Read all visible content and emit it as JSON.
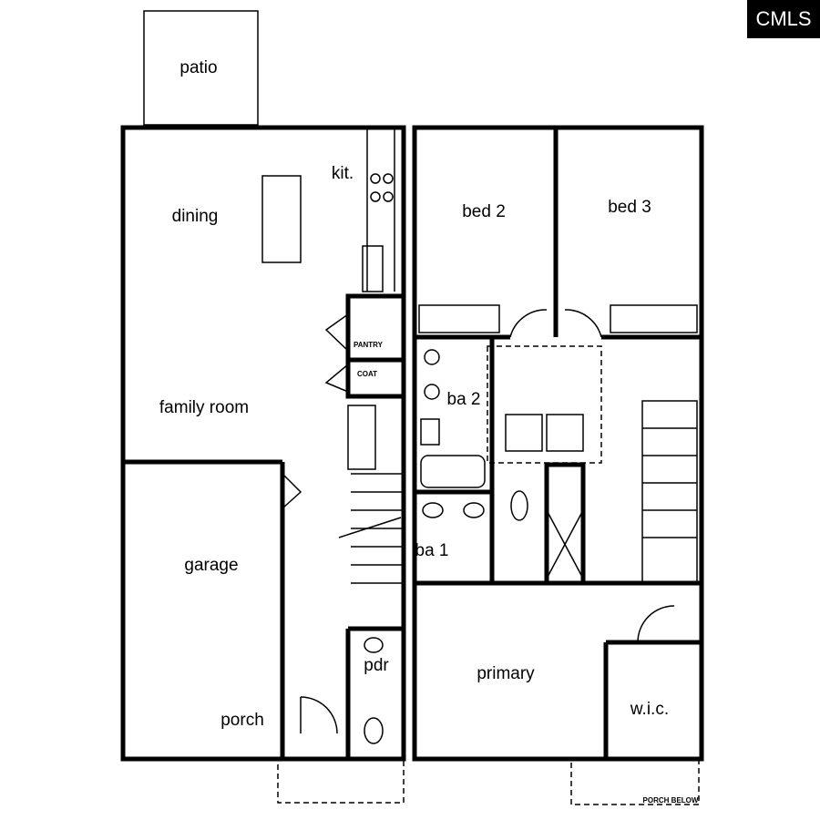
{
  "logo": {
    "text": "CMLS"
  },
  "first_floor": {
    "rooms": {
      "patio": "patio",
      "dining": "dining",
      "kitchen": "kit.",
      "family_room": "family room",
      "garage": "garage",
      "porch": "porch",
      "powder": "pdr",
      "pantry": "PANTRY",
      "coat": "COAT"
    }
  },
  "second_floor": {
    "rooms": {
      "bed2": "bed 2",
      "bed3": "bed 3",
      "ba2": "ba 2",
      "ba1": "ba 1",
      "primary": "primary",
      "wic": "w.i.c.",
      "porch_below": "PORCH BELOW"
    }
  }
}
